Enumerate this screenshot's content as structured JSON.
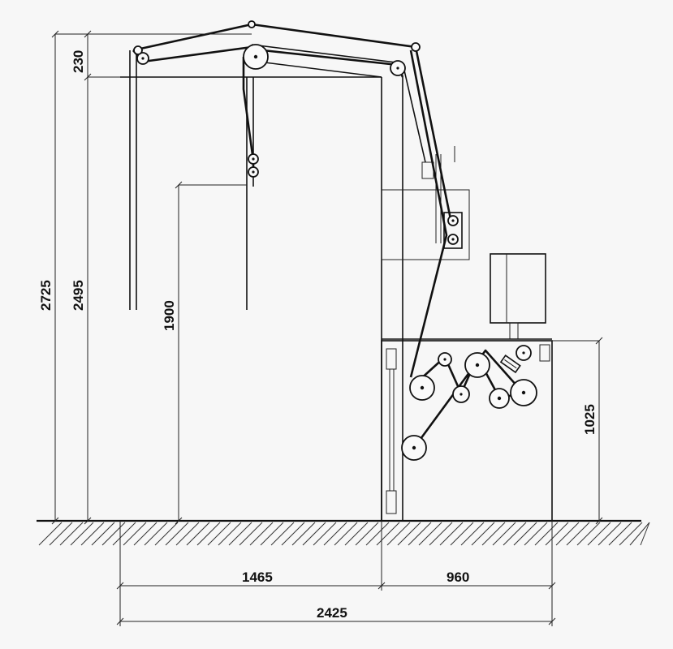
{
  "dimensions": {
    "total_height": "2725",
    "height_to_upper_rollers": "2495",
    "top_offset": "230",
    "hanging_height": "1900",
    "cabinet_height": "1025",
    "overhang_width": "1465",
    "cabinet_width": "960",
    "total_width": "2425"
  },
  "colors": {
    "ink": "#111111",
    "paper": "#f7f7f7"
  }
}
